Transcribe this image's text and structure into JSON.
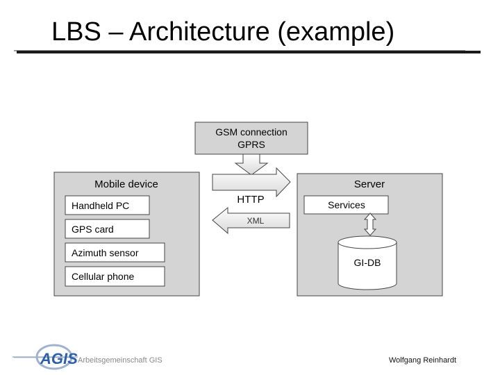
{
  "slide": {
    "title": "LBS – Architecture (example)"
  },
  "diagram": {
    "gsm": {
      "line1": "GSM connection",
      "line2": "GPRS"
    },
    "mobile": {
      "title": "Mobile device",
      "items": [
        "Handheld PC",
        "GPS card",
        "Azimuth sensor",
        "Cellular phone"
      ]
    },
    "http_label": "HTTP",
    "xml_label": "XML",
    "server": {
      "title": "Server",
      "services": "Services",
      "db": "GI-DB"
    }
  },
  "footer": {
    "logo_text": "AGIS",
    "org": "Arbeitsgemeinschaft GIS",
    "author": "Wolfgang Reinhardt"
  },
  "colors": {
    "panel_fill": "#d4d4d4",
    "box_fill": "#ffffff",
    "stroke": "#444444",
    "logo_blue": "#2b5fa8"
  }
}
